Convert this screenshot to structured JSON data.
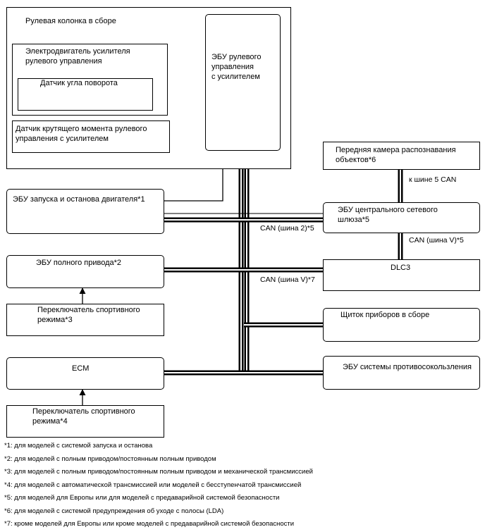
{
  "diagram": {
    "steering_column_assembly": "Рулевая колонка в сборе",
    "eps_motor": "Электродвигатель усилителя рулевого управления",
    "eps_motor_line1": "Электродвигатель усилителя",
    "eps_motor_line2": "рулевого управления",
    "steering_angle_sensor": "Датчик угла поворота",
    "torque_sensor_line1": "Датчик крутящего момента рулевого",
    "torque_sensor_line2": "управления с усилителем",
    "eps_ecu_line1": "ЭБУ рулевого",
    "eps_ecu_line2": "управления",
    "eps_ecu_line3": "с усилителем",
    "stop_start_ecu": "ЭБУ запуска и останова двигателя*1",
    "awd_ecu": "ЭБУ полного привода*2",
    "sport_switch_awd_line1": "Переключатель спортивного",
    "sport_switch_awd_line2": "режима*3",
    "ecm": "ECM",
    "sport_switch_ecm_line1": "Переключатель спортивного",
    "sport_switch_ecm_line2": "режима*4",
    "front_camera_line1": "Передняя камера распознавания",
    "front_camera_line2": "объектов*6",
    "bus5_can": "к шине 5 CAN",
    "gateway_ecu_line1": "ЭБУ центрального сетевого",
    "gateway_ecu_line2": "шлюза*5",
    "can_bus2": "CAN (шина 2)*5",
    "can_busv_gateway": "CAN (шина V)*5",
    "dlc3": "DLC3",
    "can_busv_main": "CAN (шина V)*7",
    "combination_meter": "Щиток приборов в сборе",
    "pcs_ecu": "ЭБУ системы противосокользления"
  },
  "notes": [
    "*1: для моделей с системой запуска и останова",
    "*2: для моделей с полным приводом/постоянным полным приводом",
    "*3: для моделей с полным приводом/постоянным полным приводом и механической трансмиссией",
    "*4: для моделей с автоматической трансмиссией или моделей с бесступенчатой трансмиссией",
    "*5: для моделей для Европы или для моделей с предаварийной системой безопасности",
    "*6: для моделей с системой предупреждения об уходе с полосы (LDA)",
    "*7: кроме моделей для Европы или кроме моделей с предаварийной системой безопасности"
  ]
}
